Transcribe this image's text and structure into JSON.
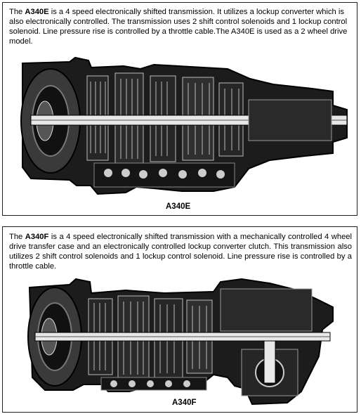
{
  "a340e": {
    "model": "A340E",
    "text_before": "The ",
    "text_after": " is a 4 speed electronically shifted transmission. It utilizes a lockup converter which is also electronically controlled. The transmission uses 2 shift control solenoids and 1 lockup control solenoid. Line pressure rise is controlled by a throttle cable.The A340E is used as a 2 wheel drive model.",
    "caption": "A340E"
  },
  "a340f": {
    "model": "A340F",
    "text_before": "The ",
    "text_after": " is a 4 speed electronically shifted transmission with a mechanically controlled 4 wheel drive transfer case and an electronically controlled lockup converter clutch. This transmission also utilizes 2 shift control solenoids and 1 lockup control solenoid. Line pressure rise is controlled by a throttle cable.",
    "caption": "A340F"
  }
}
